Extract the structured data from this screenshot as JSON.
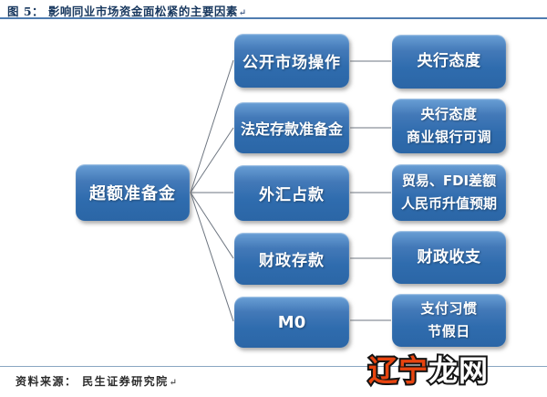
{
  "figure": {
    "title": "图 5： 影响同业市场资金面松紧的主要因素",
    "paragraph_mark": "↵"
  },
  "diagram": {
    "root": {
      "label": "超额准备金"
    },
    "rows": [
      {
        "factor": "公开市场操作",
        "cause_line1": "央行态度",
        "cause_line2": ""
      },
      {
        "factor": "法定存款准备金",
        "cause_line1": "央行态度",
        "cause_line2": "商业银行可调"
      },
      {
        "factor": "外汇占款",
        "cause_line1": "贸易、FDI差额",
        "cause_line2": "人民币升值预期"
      },
      {
        "factor": "财政存款",
        "cause_line1": "财政收支",
        "cause_line2": ""
      },
      {
        "factor": "M0",
        "cause_line1": "支付习惯",
        "cause_line2": "节假日"
      }
    ]
  },
  "footer": {
    "source": "资料来源： 民生证券研究院",
    "paragraph_mark": "↵"
  },
  "watermark": {
    "part1": "辽宁",
    "part2": "龙网"
  },
  "colors": {
    "node_blue_top": "#6aa0d6",
    "node_blue_bottom": "#2b66a6",
    "title_navy": "#17375e",
    "title_rule_blue": "#4f7cb0",
    "footer_rule_blue": "#8aa6c2",
    "connector_gray": "#6e7681",
    "watermark_orange": "#e8440f",
    "watermark_white": "#ffffff",
    "watermark_outline": "#141414"
  }
}
